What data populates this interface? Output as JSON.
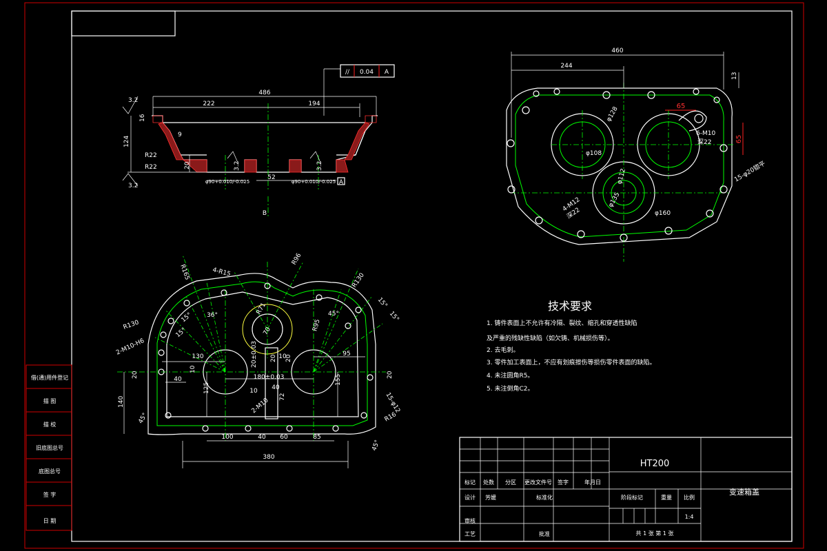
{
  "drawing": {
    "part_name": "变速箱盖",
    "material": "HT200",
    "scale": "1:4",
    "sheet_info": "共 1 张  第 1 张"
  },
  "side_panel": {
    "labels": [
      "借(通)用件登记",
      "描  图",
      "描  校",
      "旧底图总号",
      "底图总号",
      "签  字",
      "日  期"
    ]
  },
  "title_block": {
    "row_headers": [
      "标记",
      "处数",
      "分区",
      "更改文件号",
      "签字",
      "年月日"
    ],
    "design": "设计",
    "std": "标准化",
    "signer": "芳媛",
    "check": "审核",
    "process": "工艺",
    "approve": "批准",
    "stage_mark": "阶段标记",
    "weight": "重量",
    "scale_label": "比例"
  },
  "tech_requirements": {
    "title": "技术要求",
    "items": [
      "1. 铸件表面上不允许有冷隔、裂纹、缩孔和穿透性缺陷",
      "   及严重的残缺性缺陷（如欠铸、机械损伤等）。",
      "2. 去毛刺。",
      "3. 零件加工表面上，不应有划痕擦伤等损伤零件表面的缺陷。",
      "4. 未注圆角R5。",
      "5. 未注倒角C2。"
    ]
  },
  "section_view": {
    "dims": [
      "486",
      "222",
      "194",
      "124",
      "16",
      "9",
      "R22",
      "R22",
      "20",
      "52",
      "3.2",
      "3.2",
      "3.2",
      "3.2",
      "B",
      "A"
    ],
    "tolerance_a": "φ90+0.010/-0.025",
    "tolerance_b": "φ90+0.010/-0.025",
    "gdt": {
      "symbol": "//",
      "value": "0.04",
      "datum": "A"
    }
  },
  "top_view": {
    "dims": [
      "460",
      "244",
      "13",
      "65",
      "65",
      "6-M10",
      "深22",
      "φ128",
      "φ108",
      "φ112",
      "φ135",
      "φ160",
      "4-M12",
      "深22",
      "15-φ20锪平"
    ]
  },
  "bottom_view": {
    "dims": [
      "R165",
      "4-R15",
      "R96",
      "R130",
      "R130",
      "36°",
      "15°",
      "15°",
      "45°",
      "15°",
      "15°",
      "R71",
      "70",
      "130",
      "10",
      "20",
      "2-M10-H6",
      "20",
      "40",
      "10",
      "180±0.03",
      "95",
      "20",
      "125",
      "155",
      "15-φ12",
      "140",
      "45°",
      "10",
      "72",
      "2-M10",
      "R16",
      "45°",
      "100",
      "40",
      "60",
      "85",
      "380",
      "20±0.03",
      "20",
      "40",
      "R95"
    ]
  },
  "colors": {
    "background": "#000000",
    "frame": "#d00000",
    "outline": "#ffffff",
    "center": "#00ff00",
    "hidden": "#ff2020"
  }
}
